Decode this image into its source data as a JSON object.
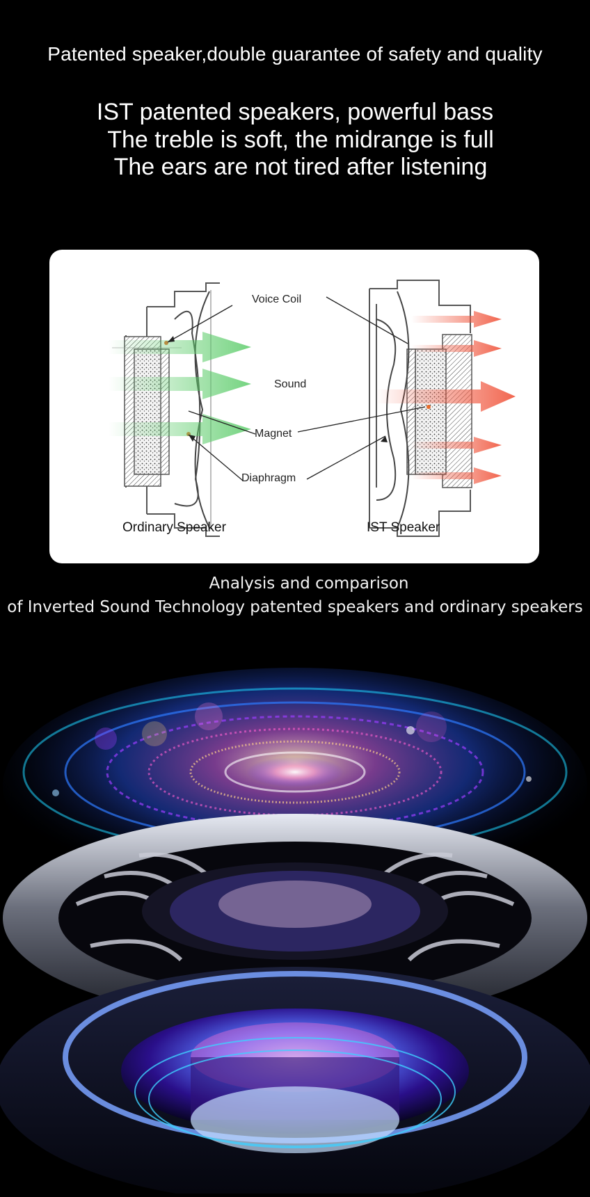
{
  "headline": "Patented speaker,double guarantee of safety and quality",
  "subtitles": [
    "IST patented speakers, powerful bass",
    "The treble is soft, the midrange is full",
    "The ears are not tired after listening"
  ],
  "diagram": {
    "labels": {
      "voice_coil": "Voice Coil",
      "sound": "Sound",
      "magnet": "Magnet",
      "diaphragm": "Diaphragm"
    },
    "ordinary_label": "Ordinary Speaker",
    "ist_label": "IST Speaker",
    "colors": {
      "ordinary_arrow": "#5ccc6a",
      "ist_arrow": "#f0553c"
    }
  },
  "caption": {
    "line1": "Analysis and comparison",
    "line2": "of Inverted Sound Technology patented speakers and ordinary speakers"
  },
  "hero": {
    "accent_colors": [
      "#2e7bff",
      "#9a3dff",
      "#1fd6ff",
      "#ff5fd0"
    ]
  }
}
